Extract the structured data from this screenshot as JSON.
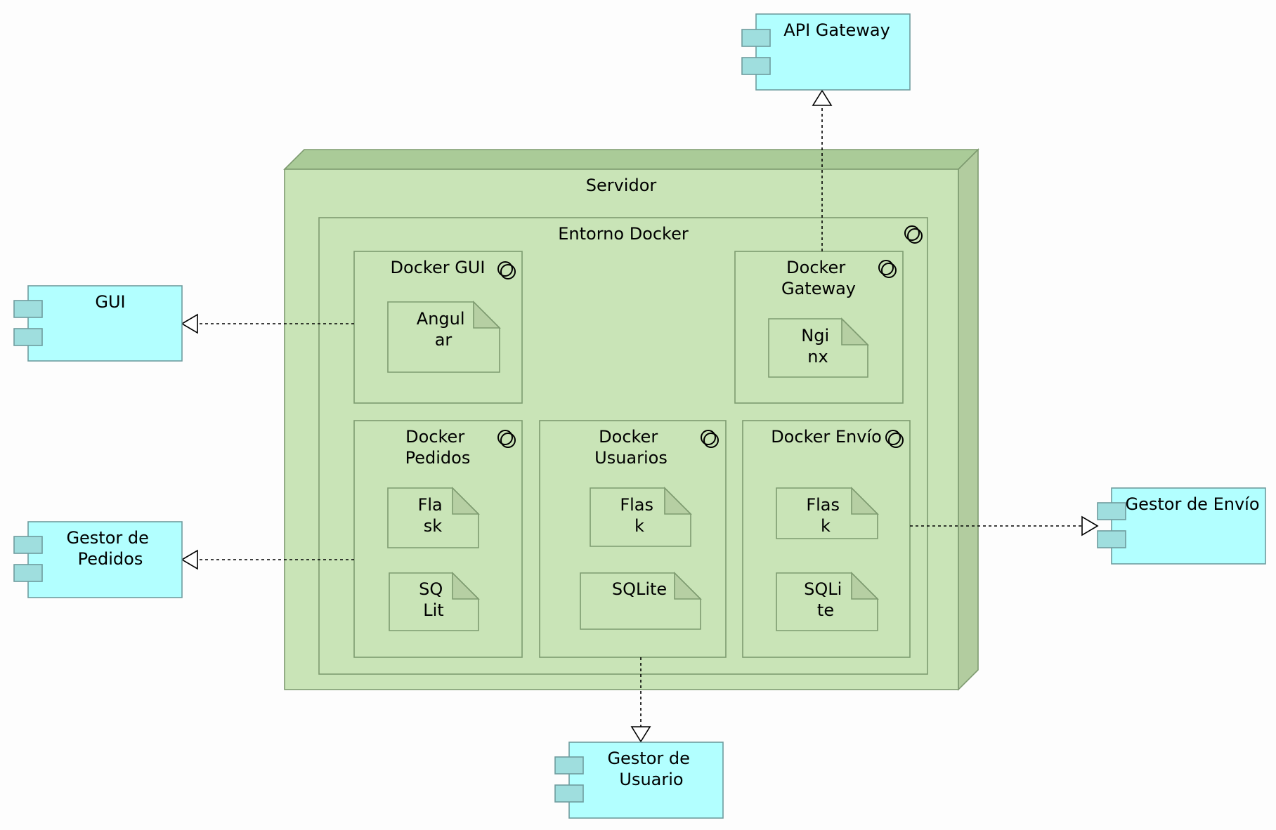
{
  "server": {
    "title": "Servidor"
  },
  "docker_env": {
    "title": "Entorno Docker"
  },
  "containers": {
    "gui": {
      "title_lines": [
        "Docker GUI"
      ],
      "artifacts": [
        {
          "lines": [
            "Angul",
            "ar"
          ]
        }
      ]
    },
    "gateway": {
      "title_lines": [
        "Docker",
        "Gateway"
      ],
      "artifacts": [
        {
          "lines": [
            "Ngi",
            "nx"
          ]
        }
      ]
    },
    "pedidos": {
      "title_lines": [
        "Docker",
        "Pedidos"
      ],
      "artifacts": [
        {
          "lines": [
            "Fla",
            "sk"
          ]
        },
        {
          "lines": [
            "SQ",
            "Lit"
          ]
        }
      ]
    },
    "usuarios": {
      "title_lines": [
        "Docker",
        "Usuarios"
      ],
      "artifacts": [
        {
          "lines": [
            "Flas",
            "k"
          ]
        },
        {
          "lines": [
            "SQLite"
          ]
        }
      ]
    },
    "envio": {
      "title_lines": [
        "Docker Envío"
      ],
      "artifacts": [
        {
          "lines": [
            "Flas",
            "k"
          ]
        },
        {
          "lines": [
            "SQLi",
            "te"
          ]
        }
      ]
    }
  },
  "components": {
    "api_gateway": {
      "lines": [
        "API Gateway"
      ]
    },
    "gui": {
      "lines": [
        "GUI"
      ]
    },
    "gestor_pedidos": {
      "lines": [
        "Gestor de",
        "Pedidos"
      ]
    },
    "gestor_envio": {
      "lines": [
        "Gestor de Envío"
      ]
    },
    "gestor_usuario": {
      "lines": [
        "Gestor de",
        "Usuario"
      ]
    }
  },
  "colors": {
    "component_fill": "#b2ffff",
    "node_fill": "#c9e4b7",
    "node_top": "#aacb98",
    "node_side": "#b2cc9f",
    "artifact_fold": "#b6cfa3"
  }
}
